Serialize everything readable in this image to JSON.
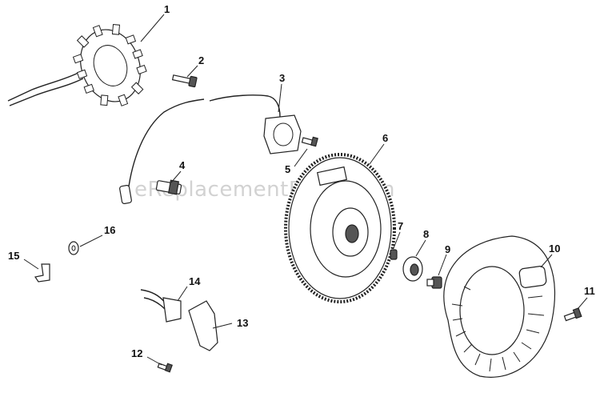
{
  "watermark": "eReplacementParts.com",
  "callouts": [
    "1",
    "2",
    "3",
    "4",
    "5",
    "6",
    "7",
    "8",
    "9",
    "10",
    "11",
    "12",
    "13",
    "14",
    "15",
    "16"
  ]
}
